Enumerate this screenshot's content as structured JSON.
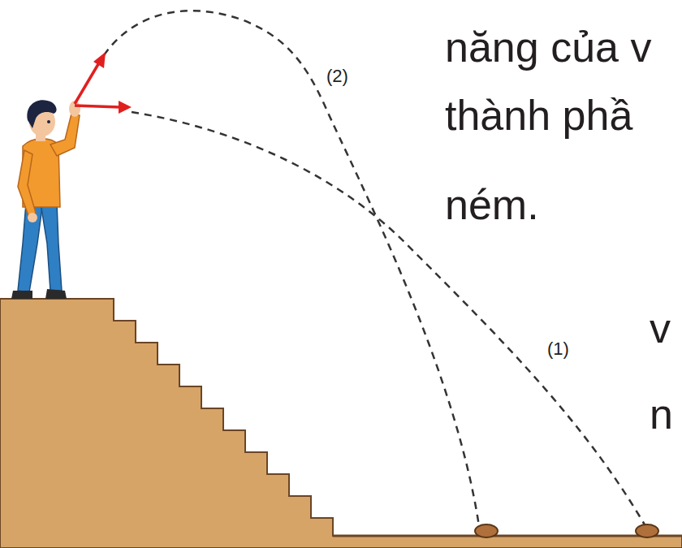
{
  "diagram": {
    "labels": [
      "năng của v",
      "thành phầ",
      "ném.",
      "v",
      "n",
      "(2)",
      "(1)"
    ]
  }
}
